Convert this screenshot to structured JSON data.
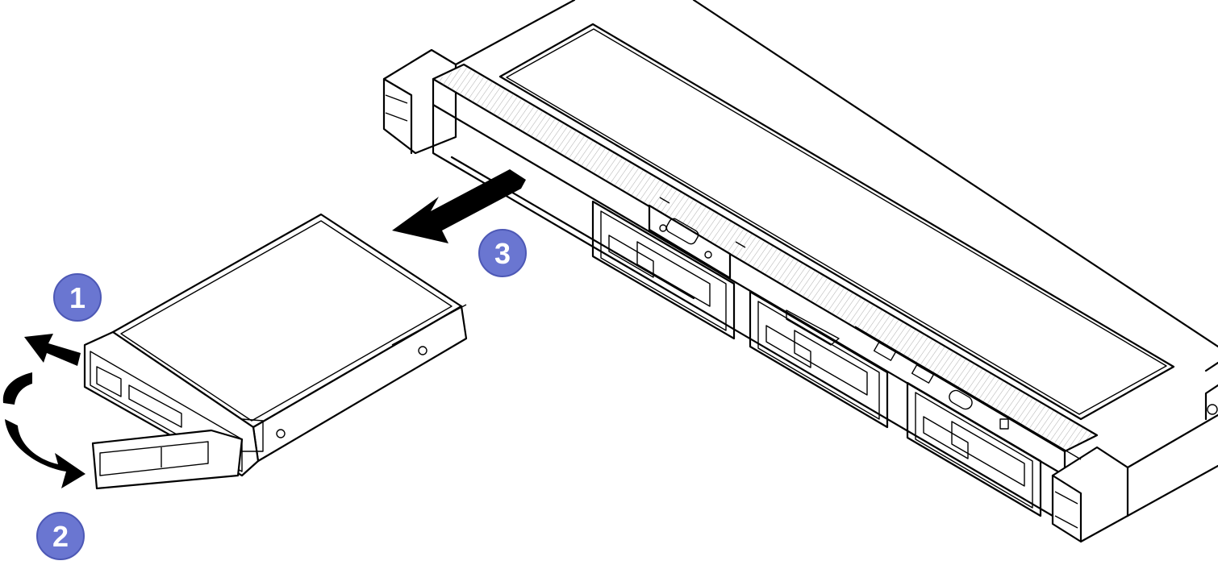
{
  "diagram": {
    "callouts": [
      {
        "id": "1",
        "label": "1"
      },
      {
        "id": "2",
        "label": "2"
      },
      {
        "id": "3",
        "label": "3"
      }
    ],
    "colors": {
      "callout_fill": "#6a76d1",
      "callout_stroke": "#4d58b5",
      "arrow": "#000000",
      "line": "#000000",
      "background": "#ffffff"
    },
    "icons": [
      "arrow-left-icon",
      "arrow-curved-icon",
      "arrow-pull-icon"
    ]
  }
}
